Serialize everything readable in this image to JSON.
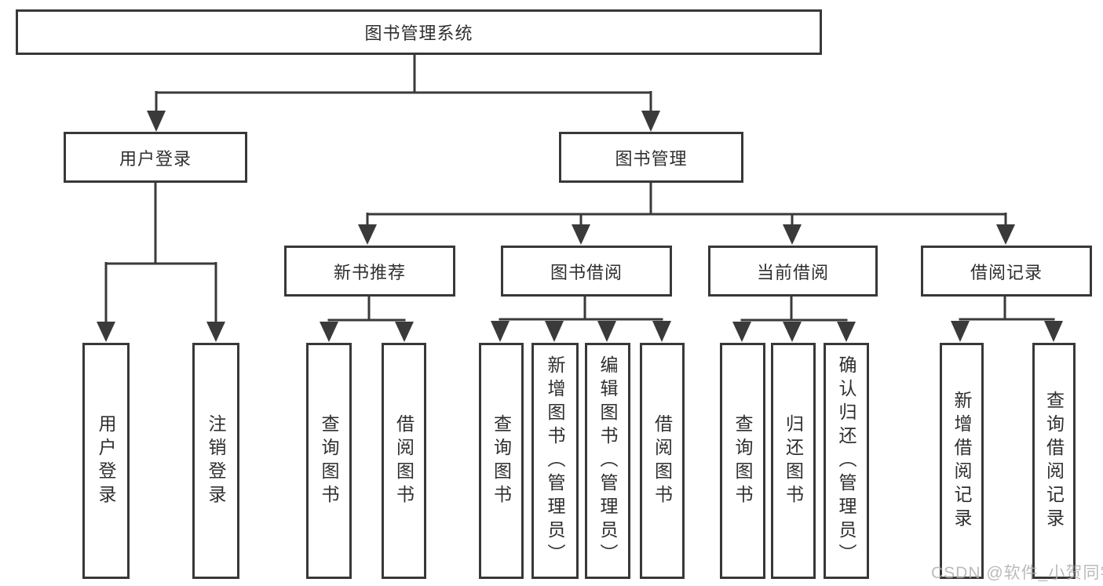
{
  "tree": {
    "root_label": "图书管理系统",
    "branches": [
      {
        "label": "用户登录",
        "children": [
          {
            "label": "用户登录"
          },
          {
            "label": "注销登录"
          }
        ]
      },
      {
        "label": "图书管理",
        "children": [
          {
            "label": "新书推荐",
            "children": [
              {
                "label": "查询图书"
              },
              {
                "label": "借阅图书"
              }
            ]
          },
          {
            "label": "图书借阅",
            "children": [
              {
                "label": "查询图书"
              },
              {
                "label": "新增图书（管理员）"
              },
              {
                "label": "编辑图书（管理员）"
              },
              {
                "label": "借阅图书"
              }
            ]
          },
          {
            "label": "当前借阅",
            "children": [
              {
                "label": "查询图书"
              },
              {
                "label": "归还图书"
              },
              {
                "label": "确认归还（管理员）"
              }
            ]
          },
          {
            "label": "借阅记录",
            "children": [
              {
                "label": "新增借阅记录"
              },
              {
                "label": "查询借阅记录"
              }
            ]
          }
        ]
      }
    ]
  },
  "watermark": {
    "text": "CSDN @软件_小贺同学"
  },
  "colors": {
    "line": "#3a3a3a",
    "box_border": "#383838",
    "text": "#2f2f2f",
    "background": "#ffffff",
    "watermark": "#afafaf"
  }
}
